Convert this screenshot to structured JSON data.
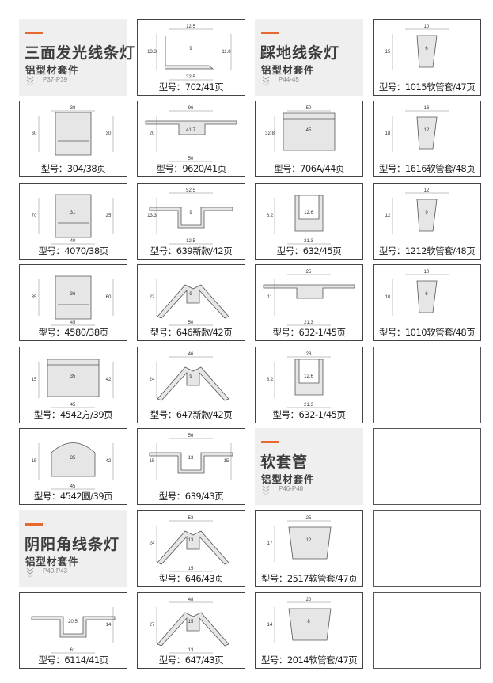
{
  "colors": {
    "accent": "#e8692f",
    "header_bg": "#efeff0",
    "border": "#444444"
  },
  "headers": [
    {
      "title": "三面发光线条灯",
      "subtitle": "铝型材套件",
      "pages": "P37-P39",
      "row": 0,
      "col": 0
    },
    {
      "title": "踩地线条灯",
      "subtitle": "铝型材套件",
      "pages": "P44-45",
      "row": 0,
      "col": 2
    },
    {
      "title": "软套管",
      "subtitle": "铝型材套件",
      "pages": "P46-P48",
      "row": 5,
      "col": 2
    },
    {
      "title": "阴阳角线条灯",
      "subtitle": "铝型材套件",
      "pages": "P40-P43",
      "row": 6,
      "col": 0
    }
  ],
  "products": [
    {
      "row": 0,
      "col": 1,
      "caption": "型号：702/41页",
      "shape": "flange",
      "dims": {
        "top": "12.5",
        "left": "13.3",
        "right": "11.8",
        "inner": "9",
        "bottom": "32.5"
      }
    },
    {
      "row": 0,
      "col": 3,
      "caption": "型号：1015软管套/47页",
      "shape": "sleeve",
      "dims": {
        "top": "10",
        "left": "15",
        "inner": "6"
      }
    },
    {
      "row": 1,
      "col": 0,
      "caption": "型号：304/38页",
      "shape": "tall",
      "dims": {
        "top": "38",
        "left": "60",
        "right": "30"
      }
    },
    {
      "row": 1,
      "col": 1,
      "caption": "型号：9620/41页",
      "shape": "wide",
      "dims": {
        "top": "96",
        "left": "20",
        "inner": "41.7",
        "bottom": "50"
      }
    },
    {
      "row": 1,
      "col": 2,
      "caption": "型号：706A/44页",
      "shape": "box",
      "dims": {
        "top": "50",
        "left": "32.8",
        "inner": "45"
      }
    },
    {
      "row": 1,
      "col": 3,
      "caption": "型号：1616软管套/48页",
      "shape": "sleeve",
      "dims": {
        "top": "16",
        "left": "18",
        "inner": "12"
      }
    },
    {
      "row": 2,
      "col": 0,
      "caption": "型号：4070/38页",
      "shape": "tall",
      "dims": {
        "left": "70",
        "inner": "31",
        "right": "25",
        "bottom": "40"
      }
    },
    {
      "row": 2,
      "col": 1,
      "caption": "型号：639新款/42页",
      "shape": "wing",
      "dims": {
        "top": "52.5",
        "left": "13.3",
        "inner": "9",
        "bottom": "12.5"
      }
    },
    {
      "row": 2,
      "col": 2,
      "caption": "型号：632/45页",
      "shape": "narrow",
      "dims": {
        "left": "8.2",
        "inner": "12.6",
        "bottom": "21.3"
      }
    },
    {
      "row": 2,
      "col": 3,
      "caption": "型号：1212软管套/48页",
      "shape": "sleeve",
      "dims": {
        "top": "12",
        "left": "12",
        "inner": "9"
      }
    },
    {
      "row": 3,
      "col": 0,
      "caption": "型号：4580/38页",
      "shape": "tall",
      "dims": {
        "inner": "36",
        "left": "35",
        "right": "60",
        "bottom": "45"
      }
    },
    {
      "row": 3,
      "col": 1,
      "caption": "型号：646新款/42页",
      "shape": "corner",
      "dims": {
        "left": "22",
        "inner": "9",
        "bottom": "50"
      }
    },
    {
      "row": 3,
      "col": 2,
      "caption": "型号：632-1/45页",
      "shape": "wide",
      "dims": {
        "top": "25",
        "left": "11",
        "bottom": "21.3"
      }
    },
    {
      "row": 3,
      "col": 3,
      "caption": "型号：1010软管套/48页",
      "shape": "sleeve",
      "dims": {
        "top": "10",
        "left": "10",
        "inner": "6"
      }
    },
    {
      "row": 4,
      "col": 0,
      "caption": "型号：4542方/39页",
      "shape": "box",
      "dims": {
        "inner": "35",
        "right": "42",
        "left": "15",
        "bottom": "45"
      }
    },
    {
      "row": 4,
      "col": 1,
      "caption": "型号：647新款/42页",
      "shape": "corner",
      "dims": {
        "top": "46",
        "left": "24",
        "inner": "9"
      }
    },
    {
      "row": 4,
      "col": 2,
      "caption": "型号：632-1/45页",
      "shape": "narrow",
      "dims": {
        "top": "28",
        "left": "8.2",
        "inner": "12.6",
        "bottom": "21.3"
      }
    },
    {
      "row": 5,
      "col": 0,
      "caption": "型号：4542圆/39页",
      "shape": "round",
      "dims": {
        "inner": "35",
        "right": "42",
        "left": "15",
        "bottom": "45"
      }
    },
    {
      "row": 5,
      "col": 1,
      "caption": "型号：639/43页",
      "shape": "wing",
      "dims": {
        "top": "56",
        "right": "15",
        "left": "15",
        "inner": "13"
      }
    },
    {
      "row": 6,
      "col": 1,
      "caption": "型号：646/43页",
      "shape": "corner",
      "dims": {
        "top": "53",
        "left": "24",
        "inner": "13",
        "bottom": "15"
      }
    },
    {
      "row": 6,
      "col": 2,
      "caption": "型号：2517软管套/47页",
      "shape": "soft",
      "dims": {
        "top": "25",
        "left": "17",
        "inner": "12"
      }
    },
    {
      "row": 7,
      "col": 0,
      "caption": "型号：6114/41页",
      "shape": "wing",
      "dims": {
        "inner": "20.5",
        "right": "14",
        "bottom": "61"
      }
    },
    {
      "row": 7,
      "col": 1,
      "caption": "型号：647/43页",
      "shape": "corner",
      "dims": {
        "top": "48",
        "left": "27",
        "inner": "15",
        "bottom": "13"
      }
    },
    {
      "row": 7,
      "col": 2,
      "caption": "型号：2014软管套/47页",
      "shape": "soft",
      "dims": {
        "top": "20",
        "left": "14",
        "inner": "8"
      }
    }
  ],
  "empty_cells": [
    {
      "row": 4,
      "col": 3
    },
    {
      "row": 5,
      "col": 3
    },
    {
      "row": 6,
      "col": 3
    },
    {
      "row": 7,
      "col": 3
    }
  ]
}
